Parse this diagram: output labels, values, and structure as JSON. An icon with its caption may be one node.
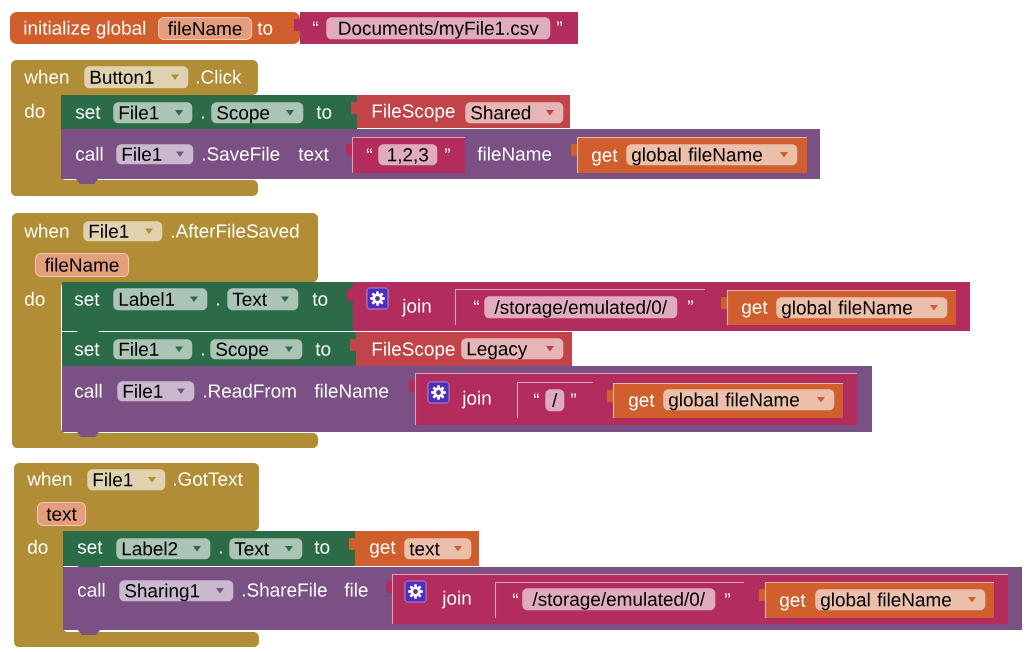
{
  "diagram": {
    "nodes": [
      {
        "text": [
          "initialize global",
          "to"
        ]
      },
      {
        "text": [
          "fileName"
        ],
        "in": 0
      },
      {
        "text": [
          "“",
          "”"
        ]
      },
      {
        "text": [
          "Documents/myFile1.csv"
        ],
        "in": 2
      },
      {
        "text": [
          "when",
          ".Click",
          "do"
        ]
      },
      {
        "text": [
          "Button1"
        ],
        "in": 4
      },
      {
        "text": [
          "set",
          ".",
          "to"
        ]
      },
      {
        "text": [
          "File1"
        ],
        "in": 6
      },
      {
        "text": [
          "Scope"
        ],
        "in": 6
      },
      {
        "text": [
          "FileScope"
        ]
      },
      {
        "text": [
          "Shared"
        ],
        "in": 9
      },
      {
        "text": [
          "call",
          ".SaveFile",
          "text",
          "fileName"
        ]
      },
      {
        "text": [
          "File1"
        ],
        "in": 11
      },
      {
        "text": [
          "“",
          "”"
        ],
        "in": 11
      },
      {
        "text": [
          "1,2,3"
        ],
        "in": 13
      },
      {
        "text": [
          "get"
        ],
        "in": 11
      },
      {
        "text": [
          "global fileName"
        ],
        "in": 15
      },
      {
        "text": [
          "when",
          ".AfterFileSaved",
          "do"
        ]
      },
      {
        "text": [
          "File1"
        ],
        "in": 17
      },
      {
        "text": [
          "fileName"
        ],
        "in": 17
      },
      {
        "text": [
          "set",
          ".",
          "to"
        ]
      },
      {
        "text": [
          "Label1"
        ],
        "in": 20
      },
      {
        "text": [
          "Text"
        ],
        "in": 20
      },
      {
        "text": [
          "join"
        ]
      },
      {
        "text": [
          "“",
          "”"
        ],
        "in": 23
      },
      {
        "text": [
          "/storage/emulated/0/"
        ],
        "in": 24
      },
      {
        "text": [
          "get"
        ],
        "in": 23
      },
      {
        "text": [
          "global fileName"
        ],
        "in": 26
      },
      {
        "text": [
          "set",
          ".",
          "to"
        ]
      },
      {
        "text": [
          "File1"
        ],
        "in": 28
      },
      {
        "text": [
          "Scope"
        ],
        "in": 28
      },
      {
        "text": [
          "FileScope"
        ]
      },
      {
        "text": [
          "Legacy"
        ],
        "in": 31
      },
      {
        "text": [
          "call",
          ".ReadFrom",
          "fileName"
        ]
      },
      {
        "text": [
          "File1"
        ],
        "in": 33
      },
      {
        "text": [
          "join"
        ],
        "in": 33
      },
      {
        "text": [
          "“",
          "”"
        ],
        "in": 35
      },
      {
        "text": [
          "/"
        ],
        "in": 36
      },
      {
        "text": [
          "get"
        ],
        "in": 35
      },
      {
        "text": [
          "global fileName"
        ],
        "in": 38
      },
      {
        "text": [
          "when",
          ".GotText",
          "do"
        ]
      },
      {
        "text": [
          "File1"
        ],
        "in": 40
      },
      {
        "text": [
          "text"
        ],
        "in": 40
      },
      {
        "text": [
          "set",
          ".",
          "to"
        ]
      },
      {
        "text": [
          "Label2"
        ],
        "in": 43
      },
      {
        "text": [
          "Text"
        ],
        "in": 43
      },
      {
        "text": [
          "get"
        ]
      },
      {
        "text": [
          "text"
        ],
        "in": 46
      },
      {
        "text": [
          "call",
          ".ShareFile",
          "file"
        ]
      },
      {
        "text": [
          "Sharing1"
        ],
        "in": 48
      },
      {
        "text": [
          "join"
        ],
        "in": 48
      },
      {
        "text": [
          "“",
          "”"
        ],
        "in": 50
      },
      {
        "text": [
          "/storage/emulated/0/"
        ],
        "in": 51
      },
      {
        "text": [
          "get"
        ],
        "in": 50
      },
      {
        "text": [
          "global fileName"
        ],
        "in": 53
      }
    ]
  }
}
